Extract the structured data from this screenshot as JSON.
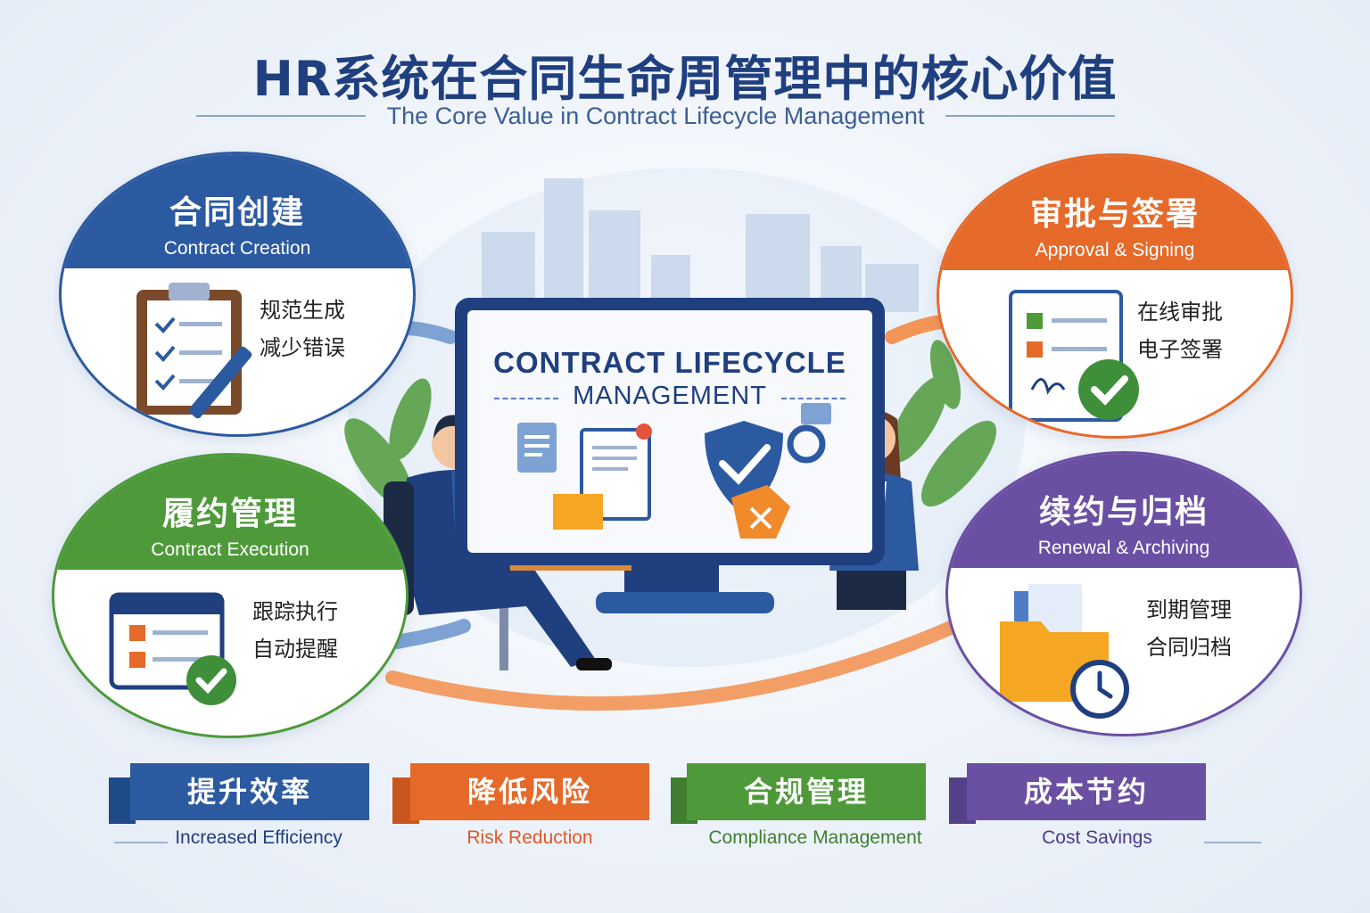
{
  "header": {
    "title": "HR系统在合同生命周管理中的核心价值",
    "subtitle": "The Core Value in Contract Lifecycle Management"
  },
  "center": {
    "title_line1": "CONTRACT LIFECYCLE",
    "title_line2": "MANAGEMENT"
  },
  "stages": [
    {
      "title": "合同创建",
      "subtitle": "Contract Creation",
      "lines": [
        "规范生成",
        "减少错误"
      ],
      "color": "#2c5aa0",
      "icon": "clipboard-pen-icon"
    },
    {
      "title": "审批与签署",
      "subtitle": "Approval & Signing",
      "lines": [
        "在线审批",
        "电子签署"
      ],
      "color": "#e56a2a",
      "icon": "signed-document-icon"
    },
    {
      "title": "履约管理",
      "subtitle": "Contract Execution",
      "lines": [
        "跟踪执行",
        "自动提醒"
      ],
      "color": "#4e9a3a",
      "icon": "calendar-check-icon"
    },
    {
      "title": "续约与归档",
      "subtitle": "Renewal & Archiving",
      "lines": [
        "到期管理",
        "合同归档"
      ],
      "color": "#6a4fa3",
      "icon": "folder-clock-icon"
    }
  ],
  "benefits": [
    {
      "label": "提升效率",
      "en": "Increased Efficiency",
      "color": "#2c5aa0",
      "en_color": "#1f3f7f"
    },
    {
      "label": "降低风险",
      "en": "Risk Reduction",
      "color": "#e56a2a",
      "en_color": "#e0582a"
    },
    {
      "label": "合规管理",
      "en": "Compliance Management",
      "color": "#4e9a3a",
      "en_color": "#3f7f2f"
    },
    {
      "label": "成本节约",
      "en": "Cost Savings",
      "color": "#6a4fa3",
      "en_color": "#4b3a8a"
    }
  ]
}
